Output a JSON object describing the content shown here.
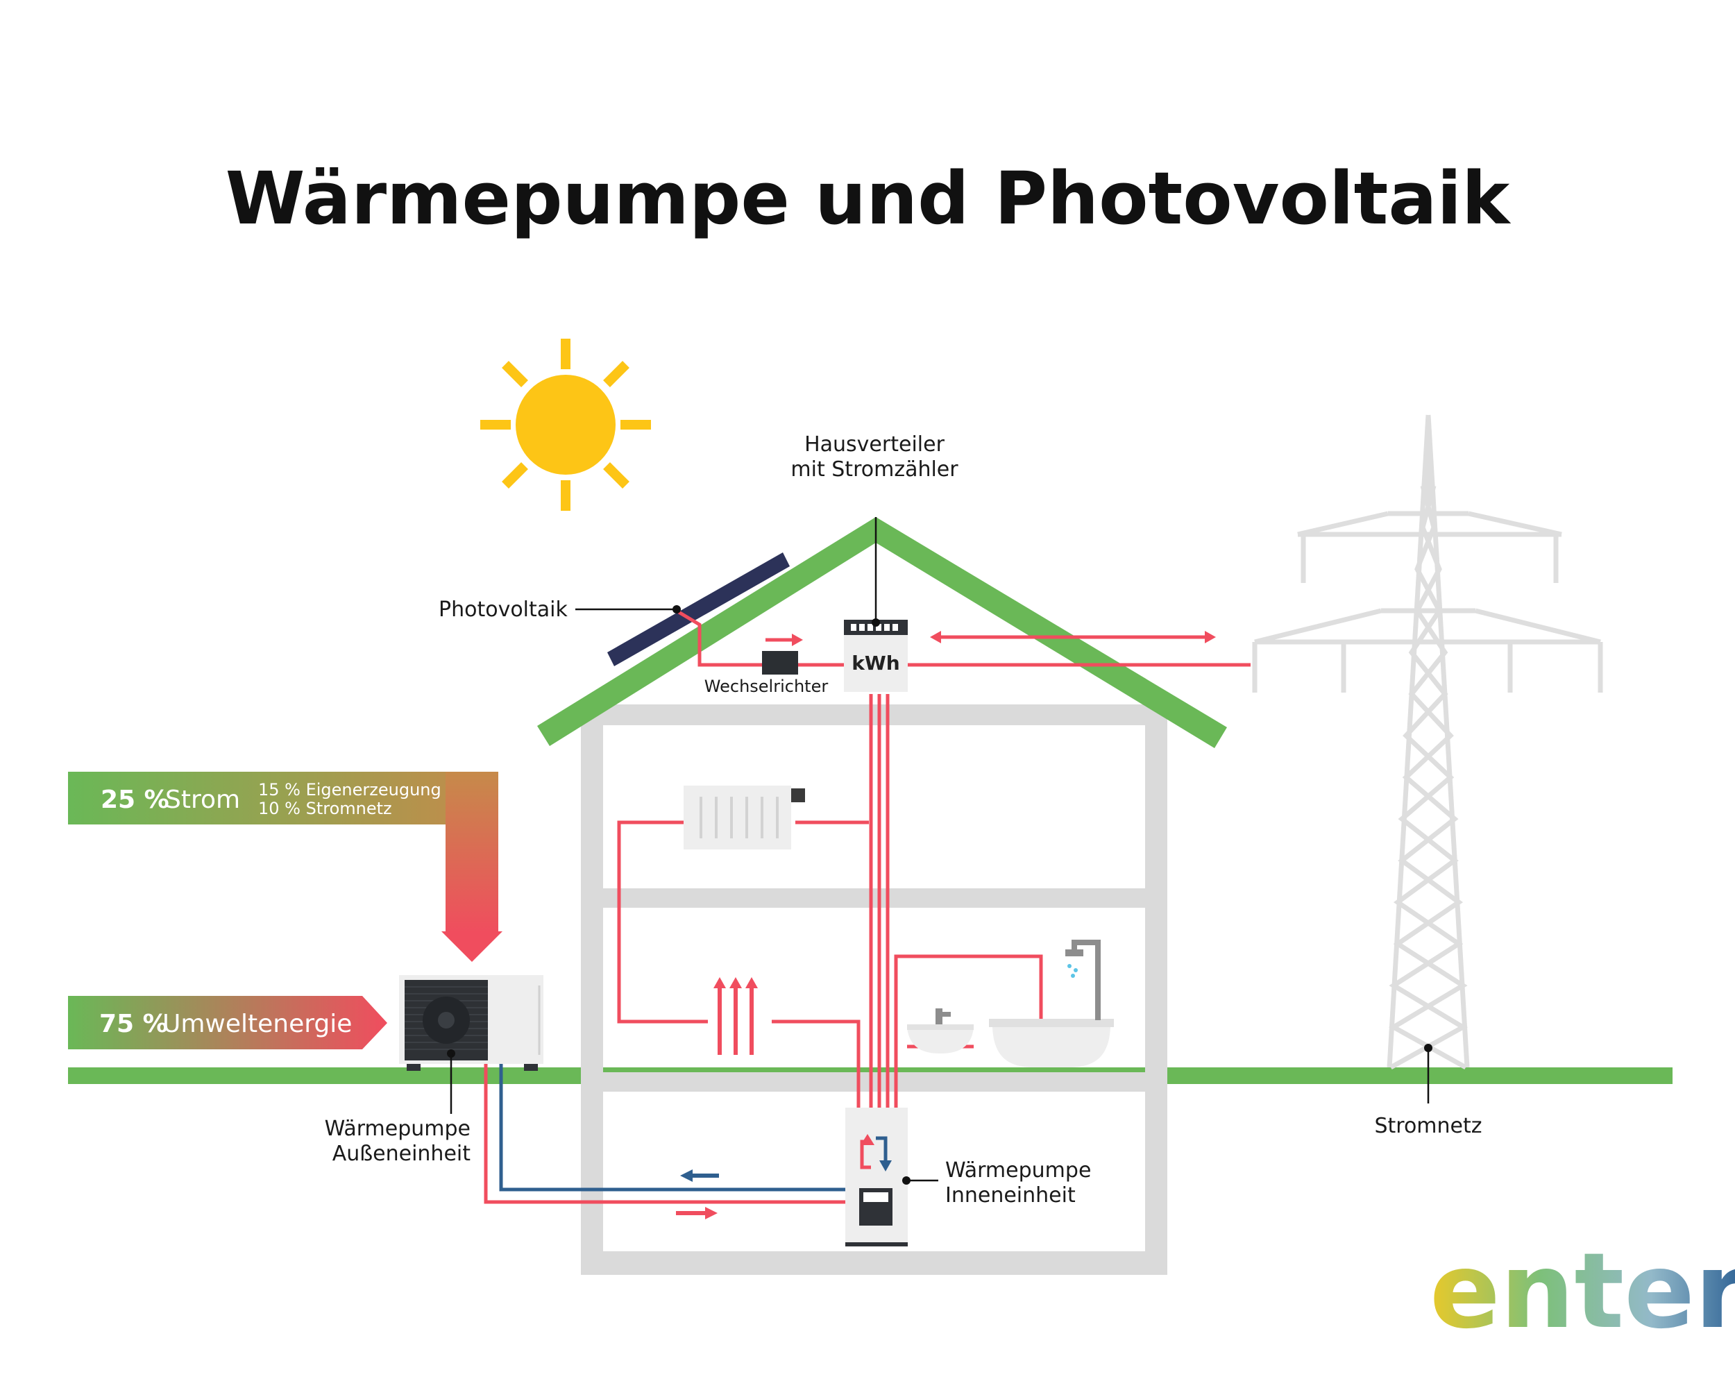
{
  "title": "Wärmepumpe und Photovoltaik",
  "labels": {
    "hausverteiler_line1": "Hausverteiler",
    "hausverteiler_line2": "mit Stromzähler",
    "photovoltaik": "Photovoltaik",
    "wechselrichter": "Wechselrichter",
    "kwh": "kWh",
    "outdoor_line1": "Wärmepumpe",
    "outdoor_line2": "Außeneinheit",
    "indoor_line1": "Wärmepumpe",
    "indoor_line2": "Inneneinheit",
    "stromnetz": "Stromnetz"
  },
  "energy_bars": {
    "strom": {
      "percent": "25 %",
      "label": "Strom",
      "detail_1": "15 % Eigenerzeugung",
      "detail_2": "10 % Stromnetz"
    },
    "umwelt": {
      "percent": "75 %",
      "label": "Umweltenergie"
    }
  },
  "logo": {
    "e1": "e",
    "n": "n",
    "t": "t",
    "e2": "e",
    "r": "r"
  },
  "colors": {
    "green": "#6ab857",
    "red": "#f04d5e",
    "blue": "#2f5f8f",
    "sun": "#fdc516",
    "house_gray": "#dadada",
    "panel_navy": "#2c3259"
  }
}
